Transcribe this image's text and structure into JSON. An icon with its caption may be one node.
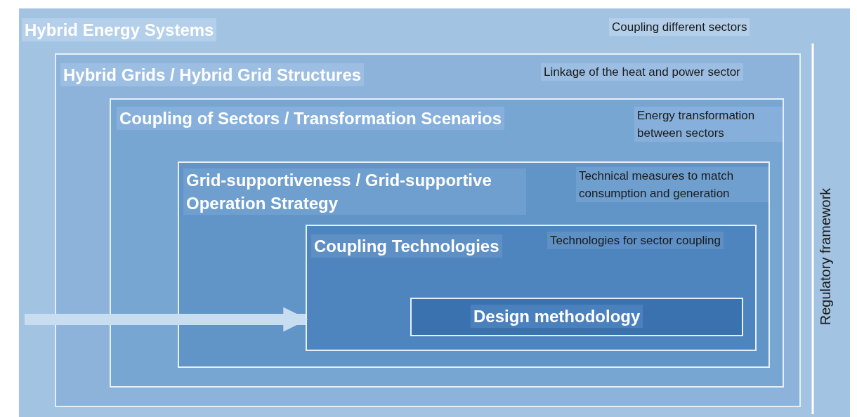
{
  "diagram": {
    "nodes": [
      {
        "text": [
          "Hybrid Energy Systems",
          "Coupling different sectors"
        ]
      },
      {
        "text": [
          "Hybrid Grids / Hybrid Grid Structures",
          "Linkage of the heat and power sector"
        ],
        "in": 0
      },
      {
        "text": [
          "Coupling of Sectors / Transformation Scenarios",
          "Energy transformation between sectors"
        ],
        "in": 1
      },
      {
        "text": [
          "Grid-supportiveness / Grid-supportive Operation Strategy",
          "Technical measures to match consumption and generation"
        ],
        "in": 2
      },
      {
        "text": [
          "Coupling Technologies",
          "Technologies for sector coupling"
        ],
        "in": 3
      },
      {
        "text": [
          "Design methodology"
        ],
        "in": 4
      }
    ],
    "edges": [
      {
        "from": null,
        "to": 4,
        "arrow": "to"
      }
    ],
    "labels": [
      "Regulatory framework"
    ]
  }
}
